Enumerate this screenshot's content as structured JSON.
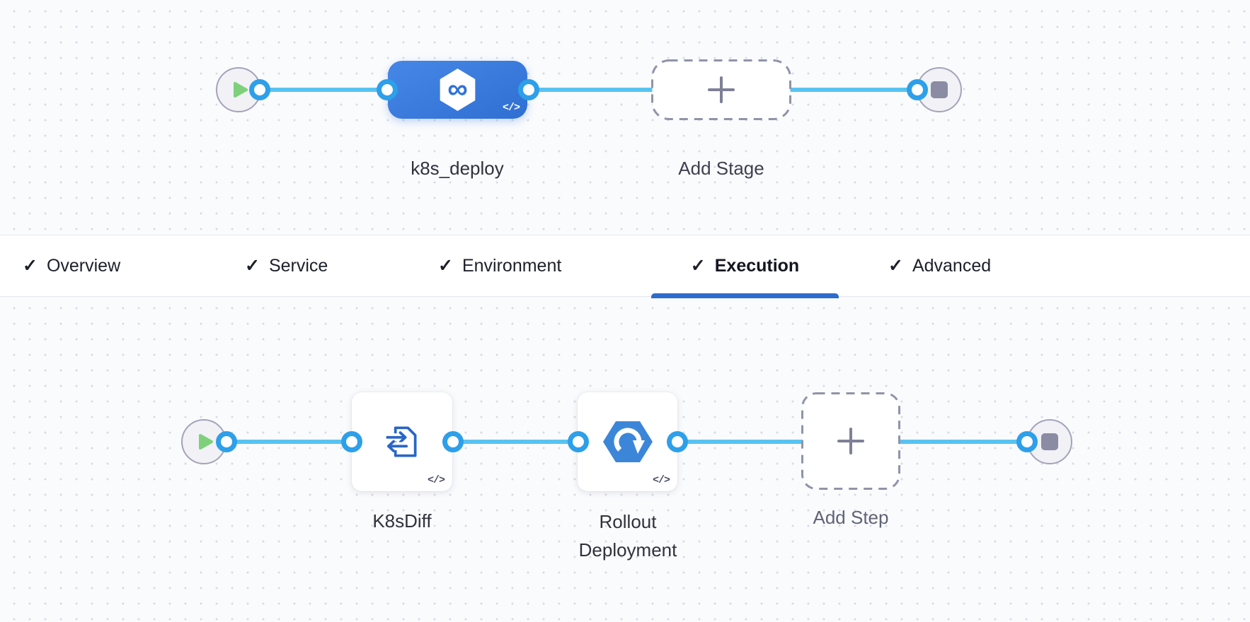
{
  "canvas": {
    "background_color": "#fafbfd",
    "dot_color": "#d8dbe4",
    "connector_line_color": "#58c3f1",
    "port_ring_color": "#2e9fe9"
  },
  "stage_lane": {
    "start_node": {
      "icon": "play-icon",
      "play_color": "#7ed07b"
    },
    "stage_node": {
      "label": "k8s_deploy",
      "icon": "deploy-stage-hexagon-infinity-icon",
      "yaml_badge": "</>",
      "card_color": "#3a78dc"
    },
    "add_stage": {
      "label": "Add Stage",
      "icon": "plus-icon"
    },
    "end_node": {
      "icon": "stop-icon"
    }
  },
  "tab_bar": {
    "check_glyph": "✓",
    "active_underline_color": "#2e6bcb",
    "tabs": [
      {
        "label": "Overview",
        "checked": true,
        "active": false
      },
      {
        "label": "Service",
        "checked": true,
        "active": false
      },
      {
        "label": "Environment",
        "checked": true,
        "active": false
      },
      {
        "label": "Execution",
        "checked": true,
        "active": true
      },
      {
        "label": "Advanced",
        "checked": true,
        "active": false
      }
    ]
  },
  "execution_lane": {
    "start_node": {
      "icon": "play-icon"
    },
    "steps": [
      {
        "label": "K8sDiff",
        "icon": "k8s-diff-document-swap-icon",
        "yaml_badge": "</>"
      },
      {
        "label": "Rollout Deployment",
        "icon": "rollout-deployment-hexagon-rotate-icon",
        "yaml_badge": "</>"
      }
    ],
    "add_step": {
      "label": "Add Step",
      "icon": "plus-icon"
    },
    "end_node": {
      "icon": "stop-icon"
    }
  },
  "icons": {
    "infinity_glyph": "∞"
  }
}
